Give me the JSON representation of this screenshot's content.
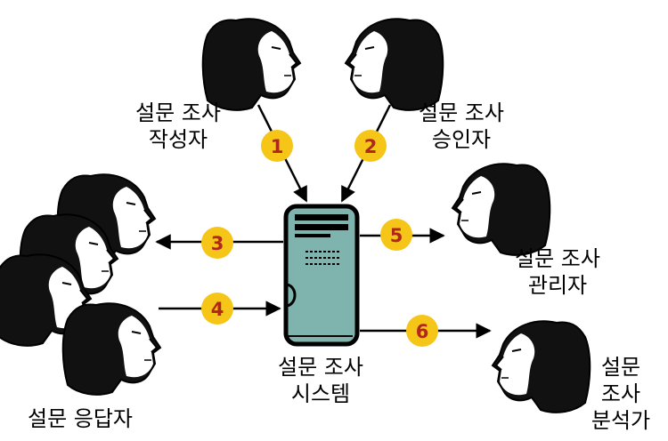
{
  "labels": {
    "author_line1": "설문 조사",
    "author_line2": "작성자",
    "approver_line1": "설문 조사",
    "approver_line2": "승인자",
    "manager_line1": "설문 조사",
    "manager_line2": "관리자",
    "system_line1": "설문 조사",
    "system_line2": "시스템",
    "respondent": "설문 응답자",
    "analyst_line1": "설문",
    "analyst_line2": "조사",
    "analyst_line3": "분석가"
  },
  "steps": [
    "1",
    "2",
    "3",
    "4",
    "5",
    "6"
  ],
  "colors": {
    "badge_fill": "#f5c518",
    "badge_text": "#b0271b",
    "server_body": "#7fb3ad",
    "face_dark": "#111111",
    "face_light": "#ffffff"
  }
}
